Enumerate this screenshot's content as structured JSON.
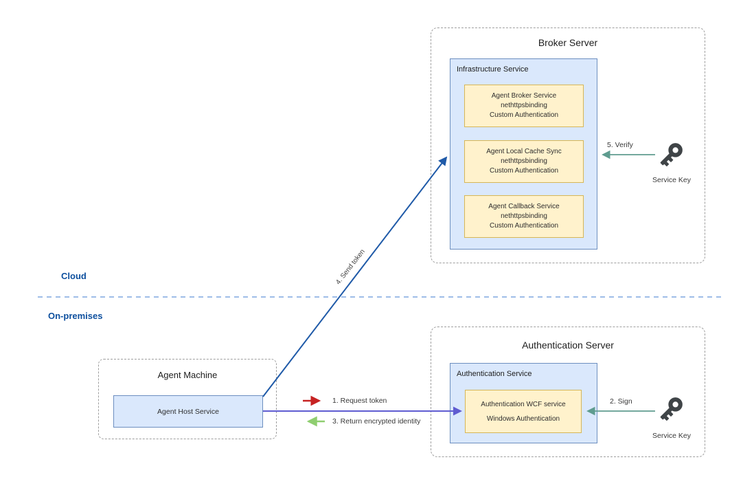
{
  "zones": {
    "cloud_label": "Cloud",
    "on_premises_label": "On-premises"
  },
  "broker_server": {
    "title": "Broker Server",
    "infrastructure_service": {
      "title": "Infrastructure Service",
      "services": [
        {
          "lines": [
            "Agent Broker Service",
            "nethttpsbinding",
            "Custom Authentication"
          ]
        },
        {
          "lines": [
            "Agent Local Cache Sync",
            "nethttpsbinding",
            "Custom Authentication"
          ]
        },
        {
          "lines": [
            "Agent Callback Service",
            "nethttpsbinding",
            "Custom Authentication"
          ]
        }
      ]
    }
  },
  "authentication_server": {
    "title": "Authentication Server",
    "authentication_service": {
      "title": "Authentication Service",
      "wcf_box": {
        "lines": [
          "Authentication WCF service",
          "Windows Authentication"
        ]
      }
    }
  },
  "agent_machine": {
    "title": "Agent Machine",
    "host_service_label": "Agent Host Service"
  },
  "service_keys": {
    "broker_key_label": "Service Key",
    "auth_key_label": "Service Key"
  },
  "flows": {
    "request_token": "1. Request token",
    "sign": "2. Sign",
    "return_encrypted_identity": "3. Return encrypted identity",
    "send_token": "4. Send token",
    "verify": "5. Verify"
  },
  "colors": {
    "blue_box_fill": "#dae8fc",
    "blue_box_stroke": "#6c8ebf",
    "yellow_box_fill": "#fff2cc",
    "yellow_box_stroke": "#d6b656",
    "group_dash": "#9e9e9e",
    "divider_blue": "#7ea6e0",
    "zone_label_blue": "#0d4f9e",
    "arrow_red": "#c62222",
    "arrow_light_green": "#8fce70",
    "arrow_teal": "#5f9c8f",
    "arrow_dark_blue": "#1f5aa8",
    "arrow_purple": "#5f5cd1",
    "key_icon_gray": "#3f4447"
  }
}
